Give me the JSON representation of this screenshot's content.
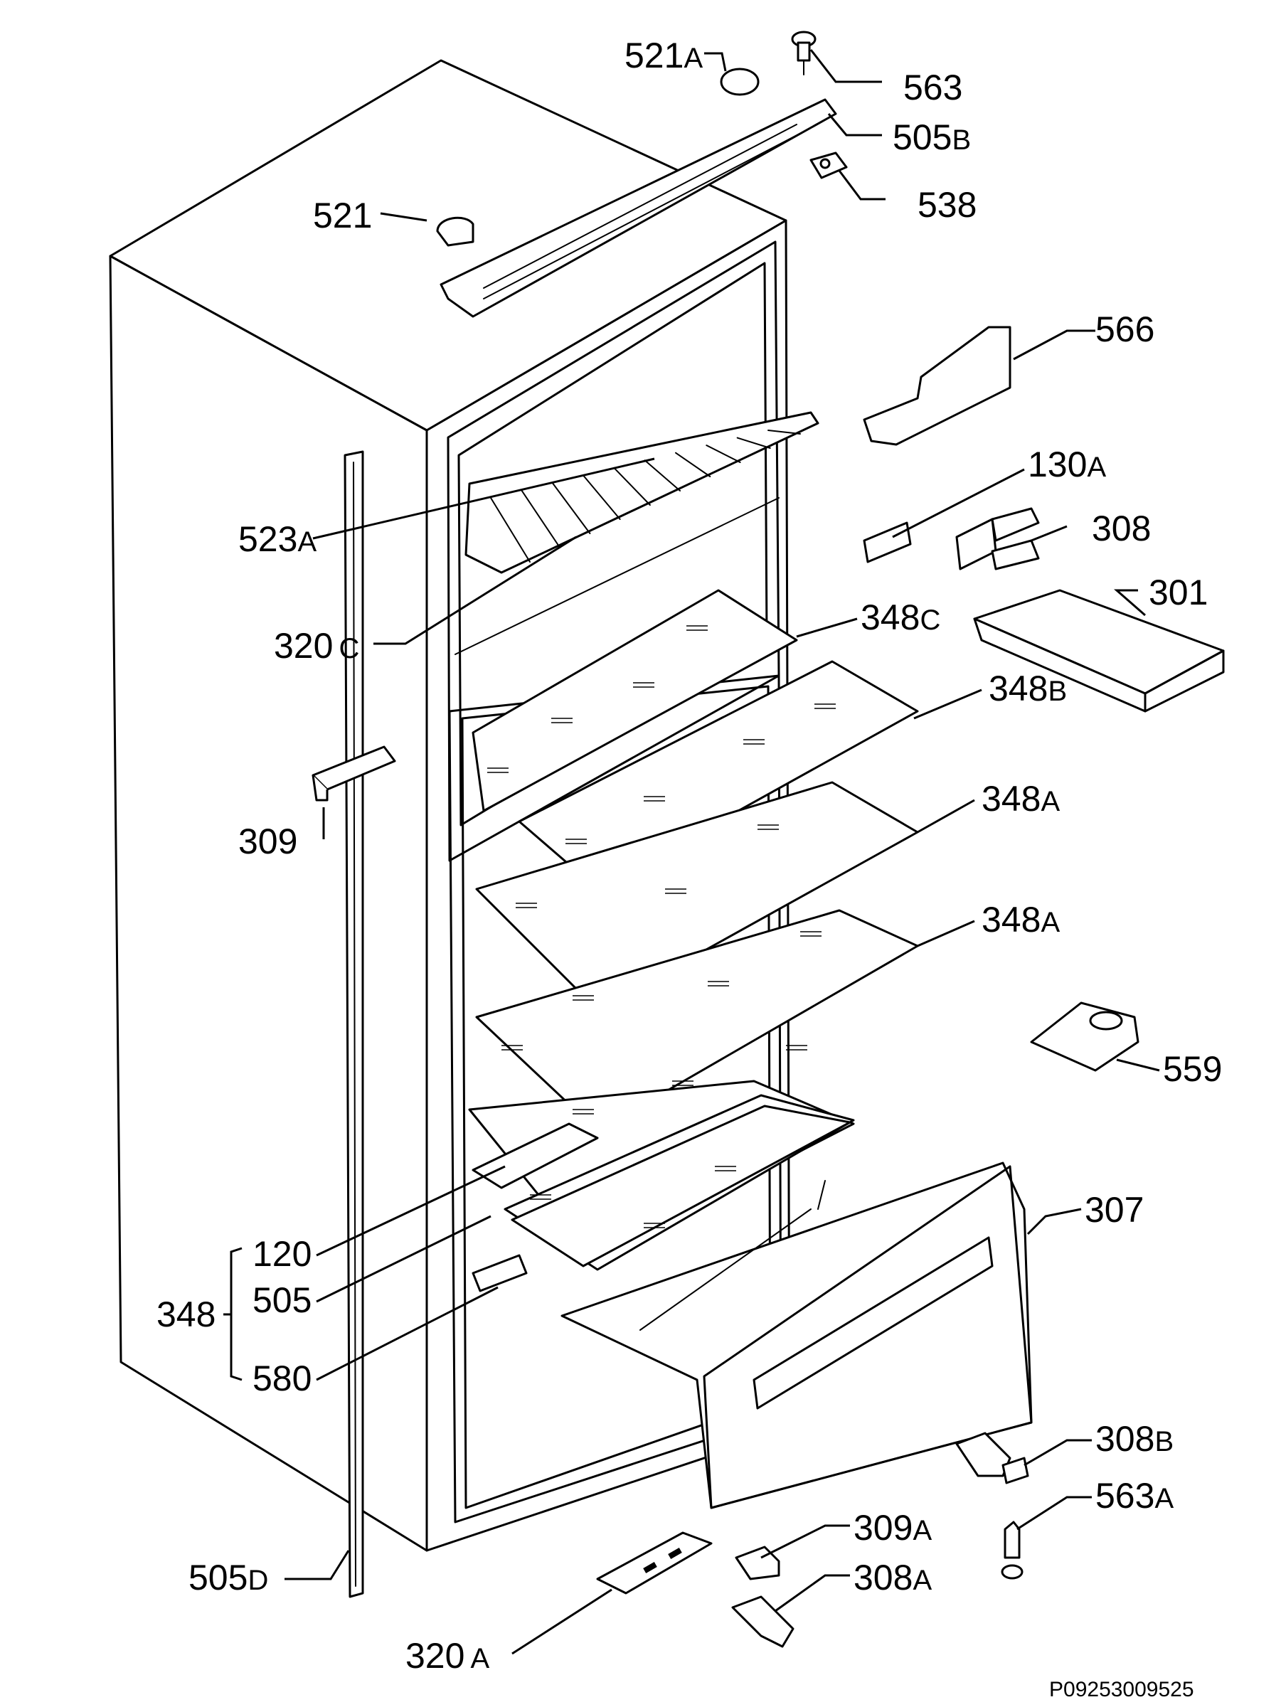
{
  "reference": "P09253009525",
  "parts": [
    {
      "id": "p521A",
      "number": "521",
      "suffix": "A"
    },
    {
      "id": "p563",
      "number": "563",
      "suffix": ""
    },
    {
      "id": "p505B",
      "number": "505",
      "suffix": "B"
    },
    {
      "id": "p538",
      "number": "538",
      "suffix": ""
    },
    {
      "id": "p521",
      "number": "521",
      "suffix": ""
    },
    {
      "id": "p566",
      "number": "566",
      "suffix": ""
    },
    {
      "id": "p130A",
      "number": "130",
      "suffix": "A"
    },
    {
      "id": "p308",
      "number": "308",
      "suffix": ""
    },
    {
      "id": "p523A",
      "number": "523",
      "suffix": "A"
    },
    {
      "id": "p301",
      "number": "301",
      "suffix": ""
    },
    {
      "id": "p320C",
      "number": "320",
      "suffix": "C"
    },
    {
      "id": "p348C",
      "number": "348",
      "suffix": "C"
    },
    {
      "id": "p348B",
      "number": "348",
      "suffix": "B"
    },
    {
      "id": "p309",
      "number": "309",
      "suffix": ""
    },
    {
      "id": "p348A_1",
      "number": "348",
      "suffix": "A"
    },
    {
      "id": "p348A_2",
      "number": "348",
      "suffix": "A"
    },
    {
      "id": "p559",
      "number": "559",
      "suffix": ""
    },
    {
      "id": "p307",
      "number": "307",
      "suffix": ""
    },
    {
      "id": "p120",
      "number": "120",
      "suffix": ""
    },
    {
      "id": "p348",
      "number": "348",
      "suffix": ""
    },
    {
      "id": "p505",
      "number": "505",
      "suffix": ""
    },
    {
      "id": "p580",
      "number": "580",
      "suffix": ""
    },
    {
      "id": "p308B",
      "number": "308",
      "suffix": "B"
    },
    {
      "id": "p563A",
      "number": "563",
      "suffix": "A"
    },
    {
      "id": "p309A",
      "number": "309",
      "suffix": "A"
    },
    {
      "id": "p505D",
      "number": "505",
      "suffix": "D"
    },
    {
      "id": "p308A",
      "number": "308",
      "suffix": "A"
    },
    {
      "id": "p320A",
      "number": "320",
      "suffix": "A"
    }
  ]
}
